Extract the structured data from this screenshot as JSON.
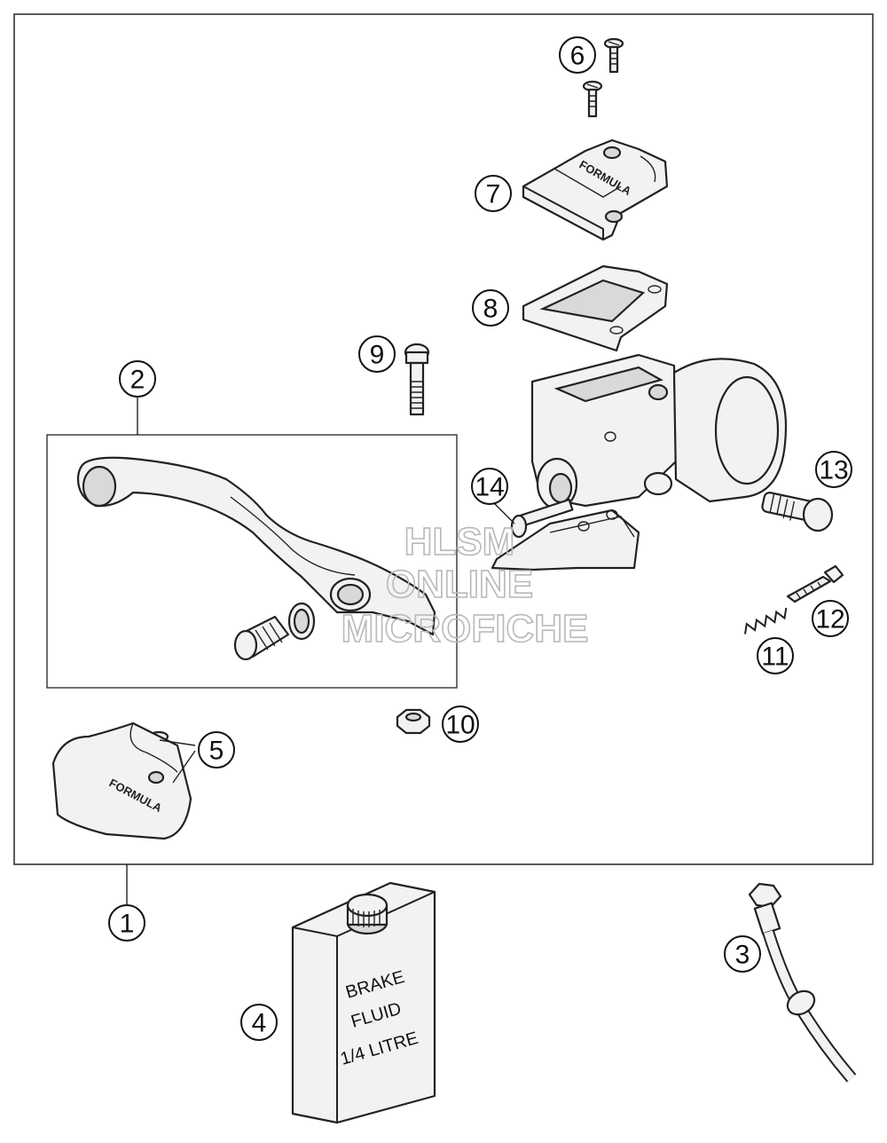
{
  "watermark": {
    "line1": "HLSM",
    "line2": "ONLINE",
    "line3": "MICROFICHE"
  },
  "callouts": [
    "1",
    "2",
    "3",
    "4",
    "5",
    "6",
    "7",
    "8",
    "9",
    "10",
    "11",
    "12",
    "13",
    "14"
  ],
  "part_labels": {
    "lever_cover_logo": "FORMULA",
    "reservoir_cap_logo": "FORMULA",
    "fluid_can_line1": "BRAKE",
    "fluid_can_line2": "FLUID",
    "fluid_can_line3": "1/4 LITRE"
  }
}
